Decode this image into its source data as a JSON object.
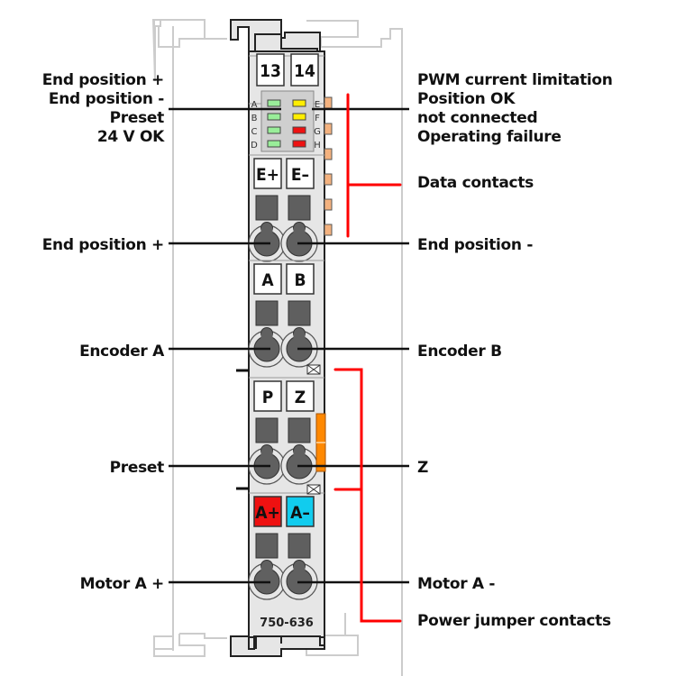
{
  "module": {
    "part_number": "750-636",
    "top_terminals": [
      "13",
      "14"
    ],
    "terminal_rows": [
      {
        "left": "E+",
        "right": "E–",
        "left_color": "#ffffff",
        "right_color": "#ffffff"
      },
      {
        "left": "A",
        "right": "B",
        "left_color": "#ffffff",
        "right_color": "#ffffff"
      },
      {
        "left": "P",
        "right": "Z",
        "left_color": "#ffffff",
        "right_color": "#ffffff"
      },
      {
        "left": "A+",
        "right": "A–",
        "left_color": "#ee1111",
        "right_color": "#11ccee"
      }
    ],
    "leds": [
      {
        "letter": "A",
        "color": "#99ee99"
      },
      {
        "letter": "B",
        "color": "#99ee99"
      },
      {
        "letter": "C",
        "color": "#99ee99"
      },
      {
        "letter": "D",
        "color": "#99ee99"
      },
      {
        "letter": "E",
        "color": "#ffee00"
      },
      {
        "letter": "F",
        "color": "#ffee00"
      },
      {
        "letter": "G",
        "color": "#ee1111"
      },
      {
        "letter": "H",
        "color": "#ee1111"
      }
    ]
  },
  "labels": {
    "left": {
      "led_end_pos_plus": "End position +",
      "led_end_pos_minus": "End position -",
      "led_preset": "Preset",
      "led_24v": "24 V OK",
      "end_position_plus": "End position +",
      "encoder_a": "Encoder A",
      "preset": "Preset",
      "motor_a_plus": "Motor A +"
    },
    "right": {
      "pwm": "PWM current limitation",
      "position_ok": "Position OK",
      "not_connected": "not connected",
      "operating_failure": "Operating failure",
      "data_contacts": "Data contacts",
      "end_position_minus": "End position -",
      "encoder_b": "Encoder B",
      "z": "Z",
      "motor_a_minus": "Motor A -",
      "power_jumper": "Power jumper contacts"
    }
  },
  "colors": {
    "leader_line": "#111111",
    "callout_red": "#ff0000",
    "housing": "#e6e6e6",
    "housing_outline": "#222222",
    "ghost_outline": "#cccccc",
    "clamp": "#5f5f5f",
    "data_contact": "#f4b27f",
    "orange_jumper": "#ff8800"
  }
}
